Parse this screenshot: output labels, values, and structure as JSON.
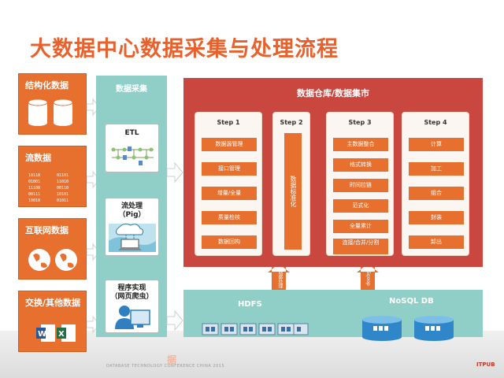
{
  "title": "大数据中心数据采集与处理流程",
  "sources": [
    {
      "label": "结构化数据",
      "icon": "database-icon"
    },
    {
      "label": "流数据",
      "icon": "binary-stream-icon"
    },
    {
      "label": "互联网数据",
      "icon": "globe-icon"
    },
    {
      "label": "交换/其他数据",
      "icon": "office-documents-icon"
    }
  ],
  "collection": {
    "title": "数据采集",
    "items": [
      {
        "label": "ETL",
        "icon": "etl-flow-icon"
      },
      {
        "label": "流处理\n（Pig）",
        "icon": "stream-processing-icon"
      },
      {
        "label": "程序实现\n（网页爬虫）",
        "icon": "user-computer-icon"
      }
    ]
  },
  "warehouse": {
    "title": "数据仓库/数据集市",
    "steps": [
      {
        "title": "Step 1",
        "items": [
          "数据源管理",
          "接口管理",
          "增量/全量",
          "质量检核",
          "数据回构"
        ]
      },
      {
        "title": "Step 2",
        "items": [
          "数据标准化"
        ]
      },
      {
        "title": "Step 3",
        "items": [
          "主数据整合",
          "格式转换",
          "时间拉链",
          "范式化",
          "全量累计",
          "连接/合并/分割"
        ]
      },
      {
        "title": "Step 4",
        "items": [
          "计算",
          "加工",
          "组合",
          "封装",
          "卸出"
        ]
      }
    ]
  },
  "connectors": {
    "left": "数据处理",
    "right": "Sqoop"
  },
  "storage": {
    "hdfs": "HDFS",
    "nosql": "NoSQL DB"
  },
  "footer": {
    "text": "DATABASE TECHNOLOGY CONFERENCE CHINA 2015",
    "logo": "ITPUB",
    "faint": "据"
  },
  "colors": {
    "accent": "#e8702f",
    "title": "#e8612c",
    "teal": "#8fcfc7",
    "warehouse": "#c9473f"
  }
}
